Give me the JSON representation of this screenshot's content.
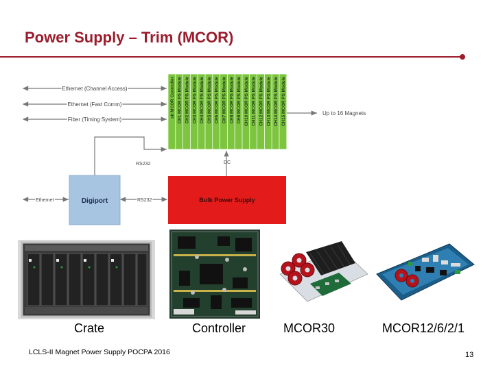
{
  "slide": {
    "title": "Power Supply – Trim (MCOR)",
    "footer": "LCLS-II Magnet Power Supply POCPA 2016",
    "page_number": "13",
    "accent_color": "#9b1c2c"
  },
  "diagram": {
    "links": {
      "ethernet_channel_access": "Ethernet (Channel Access)",
      "ethernet_fast_comm": "Ethernet (Fast Comm)",
      "fiber_timing": "Fiber (Timing System)",
      "up_to_16_magnets": "Up to 16 Magnets",
      "rs232_upper": "RS232",
      "dc": "DC",
      "ethernet_left": "Ethernet",
      "rs232_lower": "RS232"
    },
    "modules": [
      "slt MCOR Controller",
      "CH1 MCOR PS Module",
      "CH2 MCOR PS Module",
      "CH3 MCOR PS Module",
      "CH4 MCOR PS Module",
      "CH5 MCOR PS Module",
      "CH6 MCOR PS Module",
      "CH7 MCOR PS Module",
      "CH8 MCOR PS Module",
      "CH9 MCOR PS Module",
      "CH10 MCOR PS Module",
      "CH11 MCOR PS Module",
      "CH12 MCOR PS Module",
      "CH13 MCOR PS Module",
      "CH14 MCOR PS Module",
      "CH15 MCOR PS Module"
    ],
    "digiport_label": "Digiport",
    "bulk_power_label": "Bulk Power Supply",
    "module_color": "#7dc53f",
    "bulk_color": "#e31b1b",
    "digiport_color": "#a7c4e0"
  },
  "photos": {
    "crate_caption": "Crate",
    "controller_caption": "Controller",
    "mcor30_caption": "MCOR30",
    "mcor12_caption": "MCOR12/6/2/1"
  }
}
